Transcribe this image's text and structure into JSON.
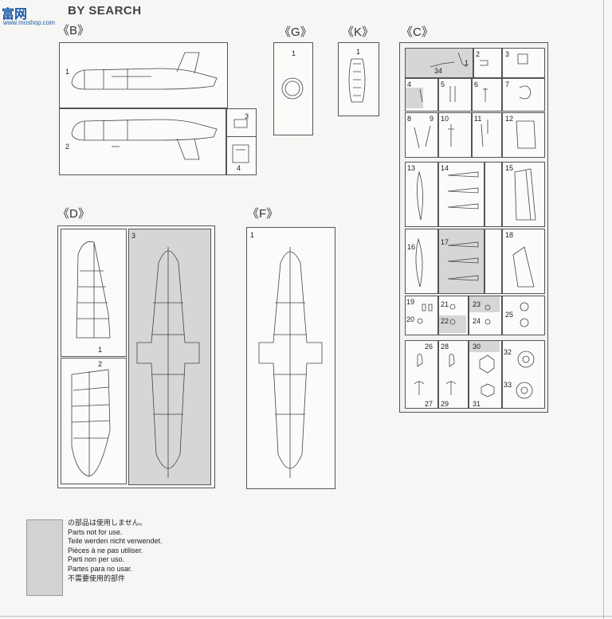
{
  "watermark": {
    "cn": "富网",
    "search": "BY SEARCH",
    "url": "www.moshop.com"
  },
  "groups": {
    "B": {
      "label": "《B》",
      "parts": [
        "1",
        "2",
        "3",
        "4"
      ]
    },
    "G": {
      "label": "《G》",
      "parts": [
        "1"
      ]
    },
    "K": {
      "label": "《K》",
      "parts": [
        "1"
      ]
    },
    "C": {
      "label": "《C》",
      "parts": [
        "1",
        "34",
        "2",
        "3",
        "4",
        "5",
        "6",
        "7",
        "8",
        "9",
        "10",
        "11",
        "12",
        "13",
        "14",
        "15",
        "16",
        "17",
        "18",
        "19",
        "20",
        "21",
        "22",
        "23",
        "24",
        "25",
        "26",
        "27",
        "28",
        "29",
        "30",
        "31",
        "32",
        "33"
      ]
    },
    "D": {
      "label": "《D》",
      "parts": [
        "1",
        "2",
        "3"
      ]
    },
    "F": {
      "label": "《F》",
      "parts": [
        "1"
      ]
    }
  },
  "legend": {
    "lines": [
      "の部品は使用しません。",
      "Parts not for use.",
      "Teile werden nicht verwendet.",
      "Pièces à ne pas utiliser.",
      "Parti non per uso.",
      "Partes para no usar.",
      "不需要使用的部件"
    ]
  }
}
